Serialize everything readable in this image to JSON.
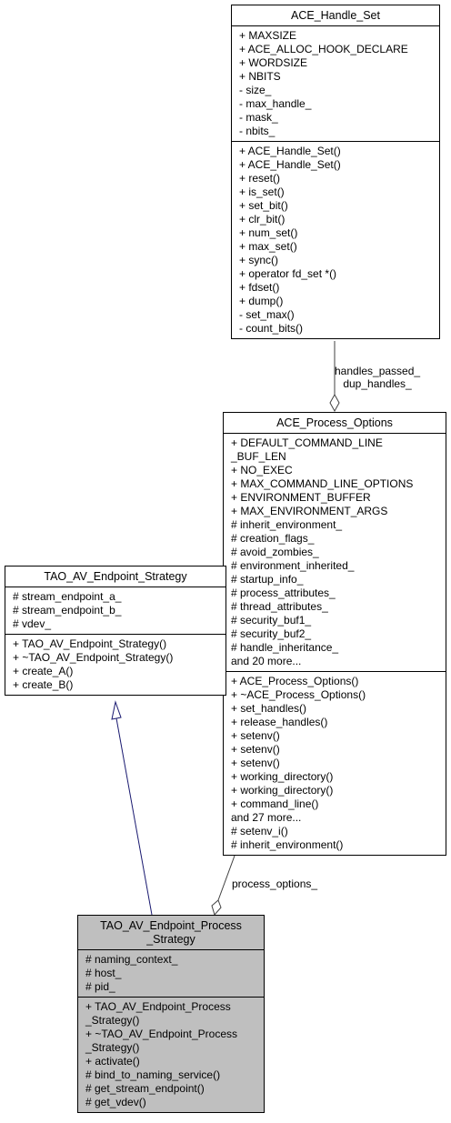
{
  "nodes": {
    "ace_handle_set": {
      "title": "ACE_Handle_Set",
      "attributes": [
        "+ MAXSIZE",
        "+ ACE_ALLOC_HOOK_DECLARE",
        "+ WORDSIZE",
        "+ NBITS",
        "- size_",
        "- max_handle_",
        "- mask_",
        "- nbits_"
      ],
      "operations": [
        "+ ACE_Handle_Set()",
        "+ ACE_Handle_Set()",
        "+ reset()",
        "+ is_set()",
        "+ set_bit()",
        "+ clr_bit()",
        "+ num_set()",
        "+ max_set()",
        "+ sync()",
        "+ operator fd_set *()",
        "+ fdset()",
        "+ dump()",
        "- set_max()",
        "- count_bits()"
      ]
    },
    "ace_process_options": {
      "title": "ACE_Process_Options",
      "attributes": [
        "+ DEFAULT_COMMAND_LINE",
        "_BUF_LEN",
        "+ NO_EXEC",
        "+ MAX_COMMAND_LINE_OPTIONS",
        "+ ENVIRONMENT_BUFFER",
        "+ MAX_ENVIRONMENT_ARGS",
        "# inherit_environment_",
        "# creation_flags_",
        "# avoid_zombies_",
        "# environment_inherited_",
        "# startup_info_",
        "# process_attributes_",
        "# thread_attributes_",
        "# security_buf1_",
        "# security_buf2_",
        "# handle_inheritance_",
        "and 20 more..."
      ],
      "operations": [
        "+ ACE_Process_Options()",
        "+ ~ACE_Process_Options()",
        "+ set_handles()",
        "+ release_handles()",
        "+ setenv()",
        "+ setenv()",
        "+ setenv()",
        "+ working_directory()",
        "+ working_directory()",
        "+ command_line()",
        "and 27 more...",
        "# setenv_i()",
        "# inherit_environment()"
      ]
    },
    "tao_av_endpoint_strategy": {
      "title": "TAO_AV_Endpoint_Strategy",
      "attributes": [
        "# stream_endpoint_a_",
        "# stream_endpoint_b_",
        "# vdev_"
      ],
      "operations": [
        "+ TAO_AV_Endpoint_Strategy()",
        "+ ~TAO_AV_Endpoint_Strategy()",
        "+ create_A()",
        "+ create_B()"
      ]
    },
    "tao_av_endpoint_process_strategy": {
      "title_lines": [
        "TAO_AV_Endpoint_Process",
        "_Strategy"
      ],
      "attributes": [
        "# naming_context_",
        "# host_",
        "# pid_"
      ],
      "operations": [
        "+ TAO_AV_Endpoint_Process",
        "_Strategy()",
        "+ ~TAO_AV_Endpoint_Process",
        "_Strategy()",
        "+ activate()",
        "# bind_to_naming_service()",
        "# get_stream_endpoint()",
        "# get_vdev()"
      ]
    }
  },
  "edges": {
    "handles_label_lines": [
      "handles_passed_",
      "dup_handles_"
    ],
    "process_options_label": "process_options_"
  },
  "colors": {
    "highlight_fill": "#bfbfbf",
    "inheritance_edge": "#191970",
    "composition_edge": "#404040"
  }
}
